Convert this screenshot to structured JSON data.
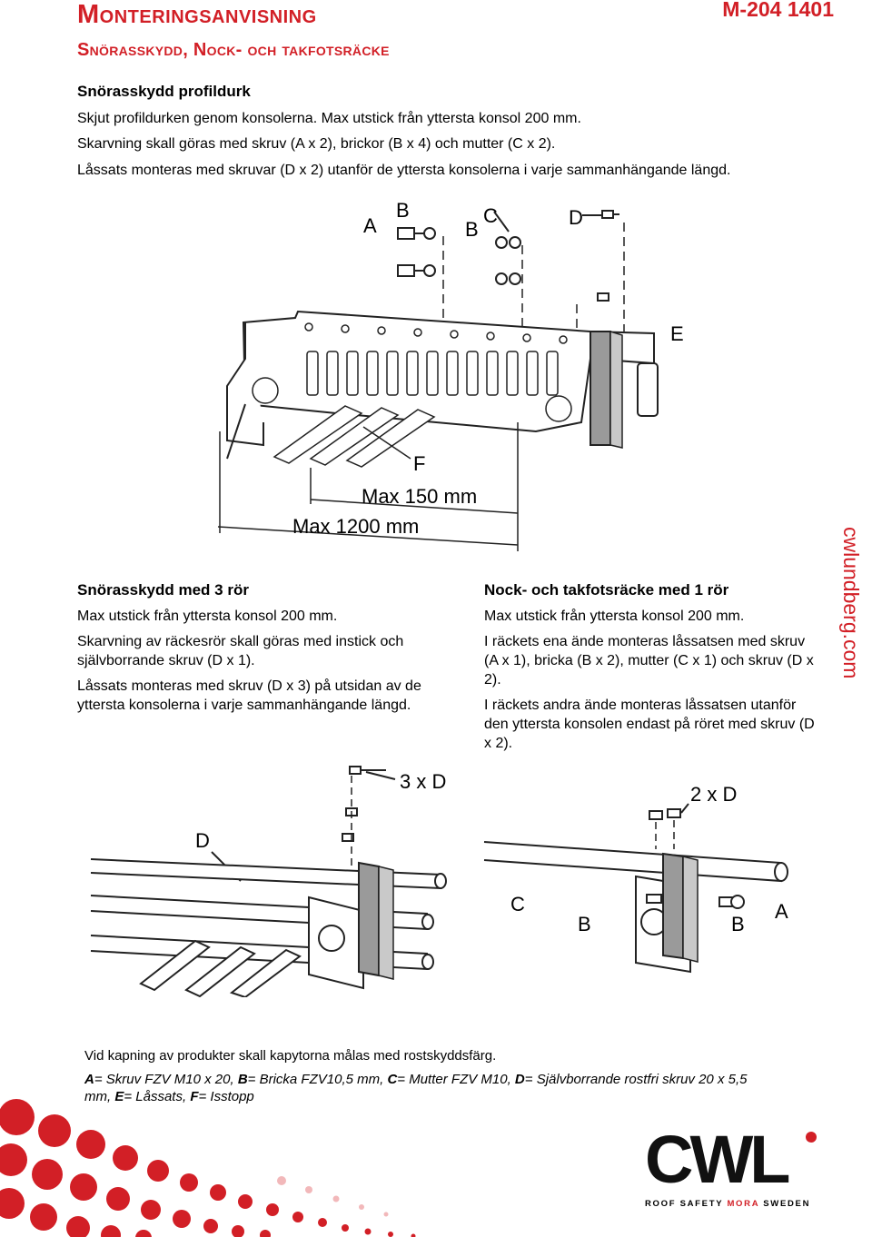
{
  "header": {
    "title": "Monteringsanvisning",
    "subtitle": "Snörasskydd, Nock- och takfotsräcke",
    "doc_number": "M-204 1401"
  },
  "section1": {
    "heading": "Snörasskydd profildurk",
    "lines": [
      "Skjut profildurken genom konsolerna. Max utstick från yttersta konsol 200 mm.",
      "Skarvning skall göras med skruv (A x 2), brickor (B x 4) och mutter (C x 2).",
      "Låssats monteras med skruvar (D x 2) utanför de yttersta konsolerna i varje sammanhängande längd."
    ]
  },
  "diagram1": {
    "labels": {
      "a": "A",
      "b1": "B",
      "b2": "B",
      "c": "C",
      "d": "D",
      "e": "E",
      "f": "F"
    },
    "dim_small": "Max 150 mm",
    "dim_large": "Max 1200 mm"
  },
  "section2": {
    "heading": "Snörasskydd med 3 rör",
    "paragraphs": [
      "Max utstick från yttersta konsol 200 mm.",
      "Skarvning av räckesrör skall göras med instick och självborrande skruv (D x 1).",
      "Låssats monteras med skruv (D x 3) på utsidan av de yttersta konsolerna i varje sammanhängande längd."
    ]
  },
  "section3": {
    "heading": "Nock- och takfotsräcke med 1 rör",
    "paragraphs": [
      "Max utstick från yttersta konsol 200 mm.",
      "I räckets ena ände monteras låssatsen med skruv (A x 1), bricka (B x 2), mutter (C x 1) och skruv (D x 2).",
      "I räckets andra ände monteras låssatsen utanför den yttersta konsolen endast på röret med skruv (D x 2)."
    ]
  },
  "side_text": "cwlundberg.com",
  "diagram2": {
    "label_count": "3 x D",
    "label_d": "D"
  },
  "diagram3": {
    "label_count": "2 x D",
    "label_c": "C",
    "label_b1": "B",
    "label_b2": "B",
    "label_a": "A"
  },
  "footer": {
    "note": "Vid kapning av produkter skall kapytorna målas med rostskyddsfärg.",
    "legend": [
      {
        "key": "A",
        "text": "= Skruv FZV M10 x 20, "
      },
      {
        "key": "B",
        "text": "= Bricka FZV10,5 mm, "
      },
      {
        "key": "C",
        "text": "= Mutter FZV M10, "
      },
      {
        "key": "D",
        "text": "= Självborrande rostfri skruv 20 x 5,5 mm, "
      },
      {
        "key": "E",
        "text": "= Låssats, "
      },
      {
        "key": "F",
        "text": "= Isstopp"
      }
    ]
  },
  "logo": {
    "wordmark": "CWL",
    "tagline_part1": "ROOF SAFETY ",
    "tagline_part2": "MORA",
    "tagline_part3": " SWEDEN"
  },
  "colors": {
    "brand_red": "#d21f26",
    "text": "#000000",
    "plate_gray": "#9a9a9a"
  }
}
